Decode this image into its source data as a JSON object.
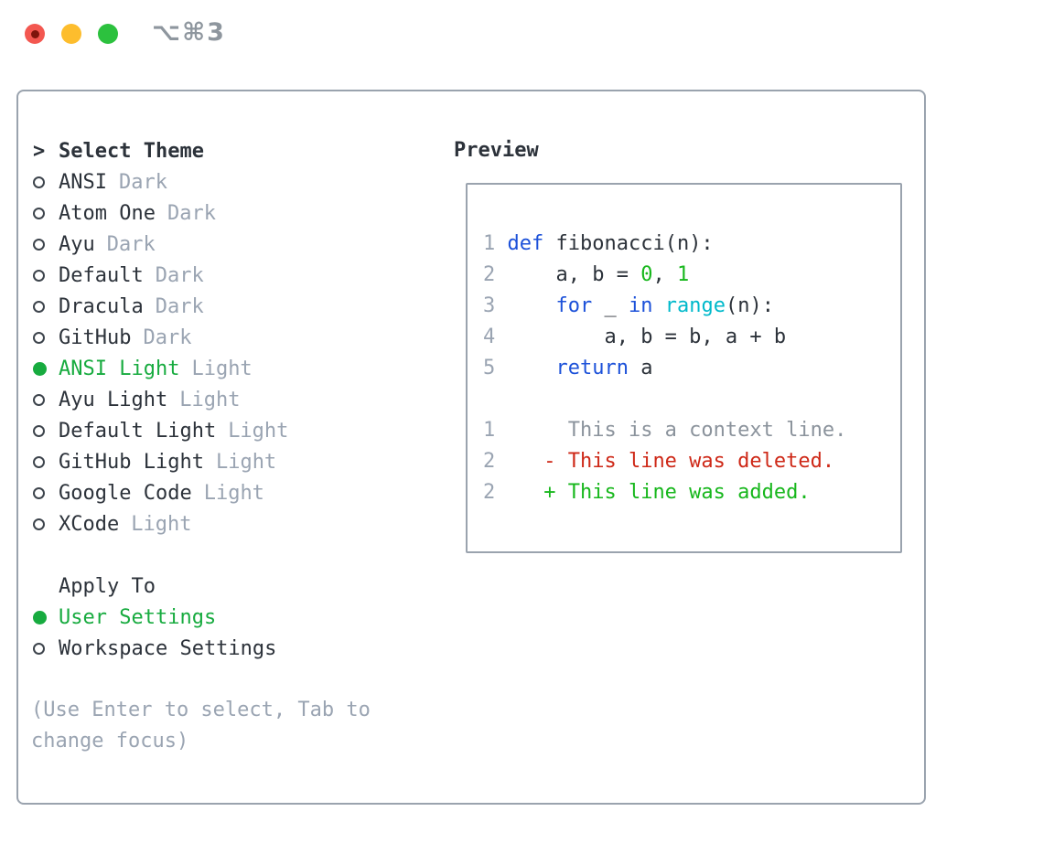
{
  "titlebar": {
    "title": "⌥⌘3",
    "buttons": [
      "close",
      "minimize",
      "zoom"
    ]
  },
  "select_theme": {
    "prompt": ">",
    "heading": "Select Theme",
    "items": [
      {
        "label": "ANSI",
        "badge": "Dark",
        "selected": false
      },
      {
        "label": "Atom One",
        "badge": "Dark",
        "selected": false
      },
      {
        "label": "Ayu",
        "badge": "Dark",
        "selected": false
      },
      {
        "label": "Default",
        "badge": "Dark",
        "selected": false
      },
      {
        "label": "Dracula",
        "badge": "Dark",
        "selected": false
      },
      {
        "label": "GitHub",
        "badge": "Dark",
        "selected": false
      },
      {
        "label": "ANSI Light",
        "badge": "Light",
        "selected": true
      },
      {
        "label": "Ayu Light",
        "badge": "Light",
        "selected": false
      },
      {
        "label": "Default Light",
        "badge": "Light",
        "selected": false
      },
      {
        "label": "GitHub Light",
        "badge": "Light",
        "selected": false
      },
      {
        "label": "Google Code",
        "badge": "Light",
        "selected": false
      },
      {
        "label": "XCode",
        "badge": "Light",
        "selected": false
      }
    ]
  },
  "apply_to": {
    "heading": "Apply To",
    "items": [
      {
        "label": "User Settings",
        "selected": true
      },
      {
        "label": "Workspace Settings",
        "selected": false
      }
    ]
  },
  "footer": {
    "hint": "(Use Enter to select, Tab to change focus)"
  },
  "preview": {
    "heading": "Preview",
    "lines": [
      [
        {
          "t": "1 ",
          "c": "ln"
        },
        {
          "t": "def",
          "c": "kw"
        },
        {
          "t": " fibonacci(n):",
          "c": "fg"
        }
      ],
      [
        {
          "t": "2 ",
          "c": "ln"
        },
        {
          "t": "    a, b = ",
          "c": "fg"
        },
        {
          "t": "0",
          "c": "num"
        },
        {
          "t": ", ",
          "c": "fg"
        },
        {
          "t": "1",
          "c": "num"
        }
      ],
      [
        {
          "t": "3 ",
          "c": "ln"
        },
        {
          "t": "    ",
          "c": "fg"
        },
        {
          "t": "for",
          "c": "kw"
        },
        {
          "t": " _ ",
          "c": "fg"
        },
        {
          "t": "in",
          "c": "kw"
        },
        {
          "t": " ",
          "c": "fg"
        },
        {
          "t": "range",
          "c": "fn"
        },
        {
          "t": "(n):",
          "c": "fg"
        }
      ],
      [
        {
          "t": "4 ",
          "c": "ln"
        },
        {
          "t": "        a, b = b, a + b",
          "c": "fg"
        }
      ],
      [
        {
          "t": "5 ",
          "c": "ln"
        },
        {
          "t": "    ",
          "c": "fg"
        },
        {
          "t": "return",
          "c": "kw"
        },
        {
          "t": " a",
          "c": "fg"
        }
      ],
      [],
      [
        {
          "t": "1",
          "c": "ln"
        },
        {
          "t": "      This is a context line.",
          "c": "ctx"
        }
      ],
      [
        {
          "t": "2",
          "c": "ln"
        },
        {
          "t": "    ",
          "c": "fg"
        },
        {
          "t": "- This line was deleted.",
          "c": "del"
        }
      ],
      [
        {
          "t": "2",
          "c": "ln"
        },
        {
          "t": "    ",
          "c": "fg"
        },
        {
          "t": "+ This line was added.",
          "c": "add"
        }
      ]
    ]
  },
  "colors": {
    "fg": "#2c323a",
    "ln": "#9aa4b2",
    "kw": "#1c51d9",
    "fn": "#00b9cb",
    "num": "#17b71c",
    "ctx": "#8b939c",
    "del": "#ce2817",
    "add": "#17b71c",
    "select_green": "#17ab3f",
    "muted": "#9aa4b2",
    "panel_border": "#9aa3ae",
    "title_gray": "#8e969e",
    "traffic_red": "#f35750",
    "traffic_red_dot": "#7e150c",
    "traffic_yellow": "#fdbd2d",
    "traffic_green": "#2cc13e"
  }
}
